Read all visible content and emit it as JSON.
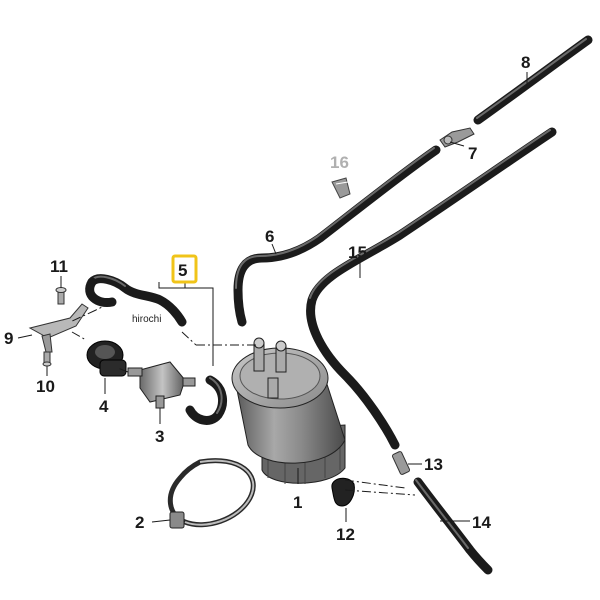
{
  "callouts": {
    "c1": "1",
    "c2": "2",
    "c3": "3",
    "c4": "4",
    "c5": "5",
    "c6": "6",
    "c7": "7",
    "c8": "8",
    "c9": "9",
    "c10": "10",
    "c11": "11",
    "c12": "12",
    "c13": "13",
    "c14": "14",
    "c15": "15",
    "c16": "16"
  },
  "watermark": "hirochi",
  "colors": {
    "highlight_box": "#f0c419",
    "faded_label": "#b0b0b0",
    "hose": "#1b1b1b",
    "canister": "#7d7d7d"
  }
}
